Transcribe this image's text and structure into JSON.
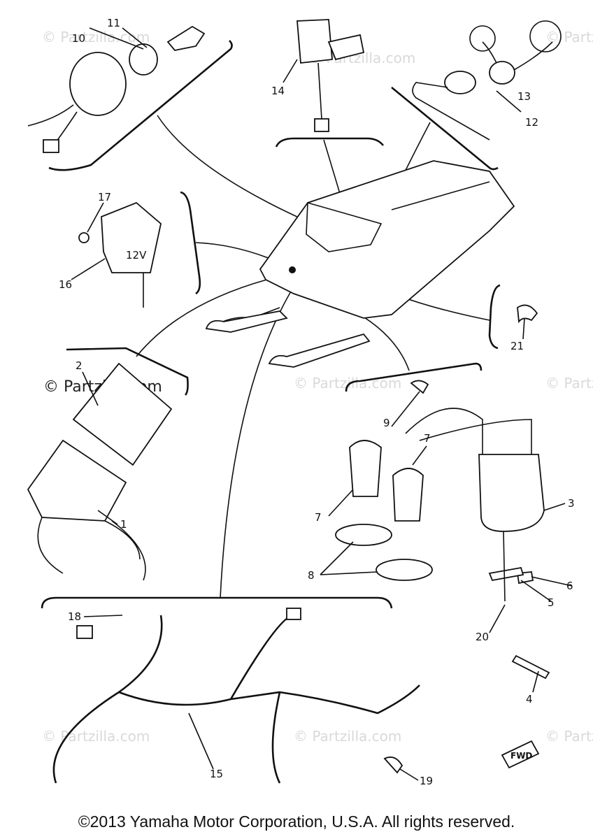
{
  "callouts": [
    "1",
    "2",
    "3",
    "4",
    "5",
    "6",
    "7",
    "7",
    "8",
    "9",
    "10",
    "11",
    "12",
    "13",
    "14",
    "15",
    "16",
    "17",
    "18",
    "19",
    "20",
    "21"
  ],
  "watermark_text": "© Partzilla.com",
  "relay_label": "12V",
  "fwd_label": "FWD",
  "copyright": "©2013 Yamaha Motor Corporation, U.S.A. All rights reserved."
}
